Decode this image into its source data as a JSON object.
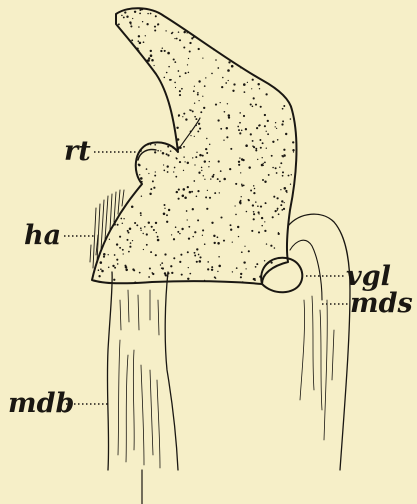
{
  "figure": {
    "background": "#f6efc8",
    "ink": "#1a1712",
    "labels": {
      "rt": "rt",
      "ha": "ha",
      "vgl": "vgl",
      "mds": "mds",
      "mdb": "mdb"
    }
  }
}
